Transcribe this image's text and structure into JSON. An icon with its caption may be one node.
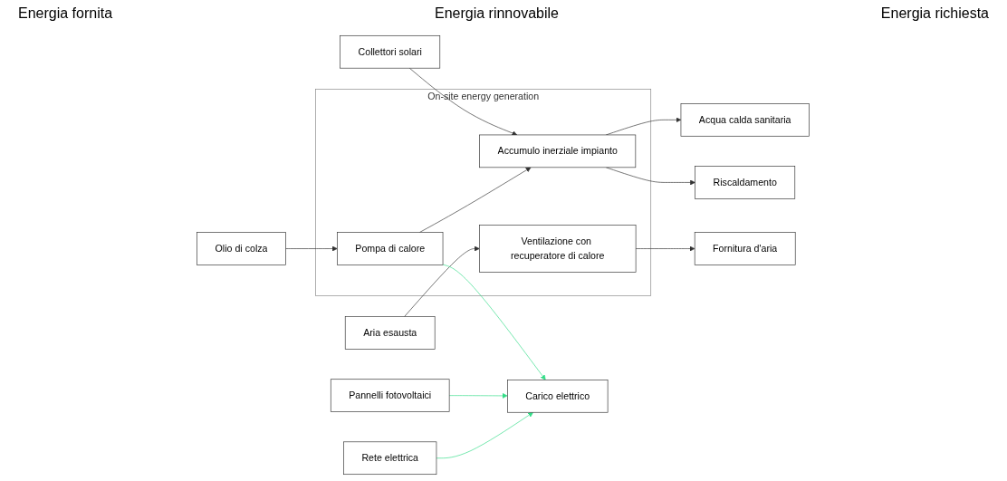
{
  "diagram": {
    "nodes": [
      {
        "text": [
          "Pannelli fotovoltaici"
        ]
      },
      {
        "text": [
          "Olio di colza"
        ]
      },
      {
        "text": [
          "Collettori solari"
        ]
      },
      {
        "text": [
          "Aria esausta"
        ]
      },
      {
        "text": [
          "On-site energy generation"
        ]
      },
      {
        "text": [
          "Ventilazione con recuperatore di calore"
        ],
        "in": 4
      },
      {
        "text": [
          "Pompa di calore"
        ],
        "in": 4
      },
      {
        "text": [
          "Accumulo inerziale impianto"
        ],
        "in": 4
      },
      {
        "text": [
          "Fornitura d'aria"
        ]
      },
      {
        "text": [
          "Acqua calda sanitaria"
        ]
      },
      {
        "text": [
          "Riscaldamento"
        ]
      },
      {
        "text": [
          "Rete elettrica"
        ]
      },
      {
        "text": [
          "Carico elettrico"
        ]
      }
    ],
    "edges": [
      {
        "from": 3,
        "to": 5,
        "arrow": "to"
      },
      {
        "from": 5,
        "to": 8,
        "arrow": "to"
      },
      {
        "from": 1,
        "to": 6,
        "arrow": "to"
      },
      {
        "from": 2,
        "to": 7,
        "arrow": "to"
      },
      {
        "from": 6,
        "to": 7,
        "arrow": "to"
      },
      {
        "from": 7,
        "to": 9,
        "arrow": "to"
      },
      {
        "from": 7,
        "to": 10,
        "arrow": "to"
      },
      {
        "from": 0,
        "to": 12,
        "arrow": "to",
        "color": "#33dd88"
      },
      {
        "from": 6,
        "to": 12,
        "arrow": "to",
        "color": "#33dd88"
      },
      {
        "from": 11,
        "to": 12,
        "arrow": "to",
        "color": "#33dd88"
      }
    ],
    "labels": [
      "Energia fornita",
      "Energia rinnovabile",
      "Energia richiesta"
    ]
  }
}
